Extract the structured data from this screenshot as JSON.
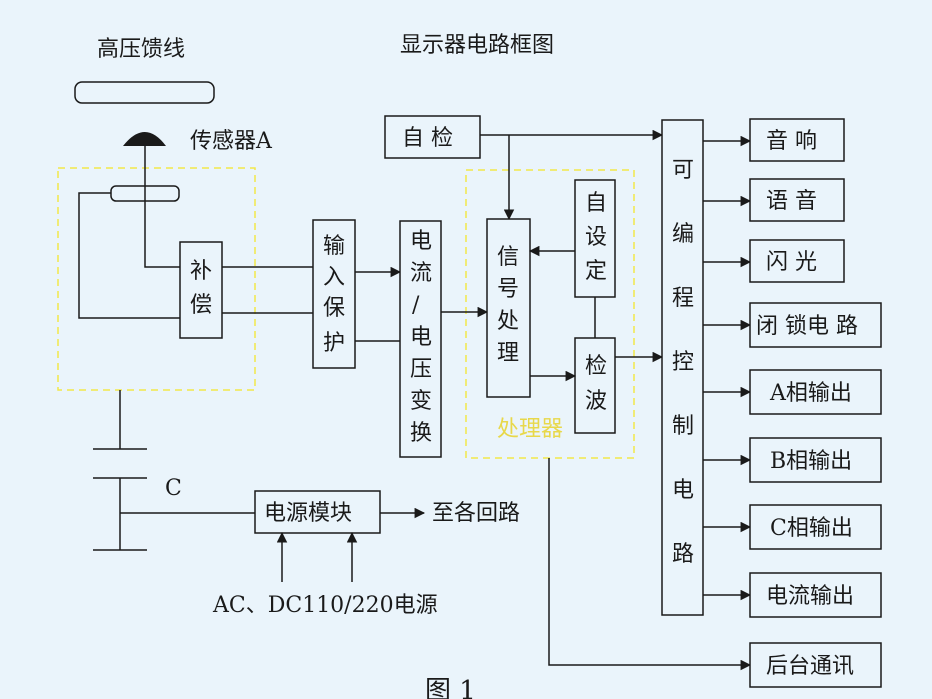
{
  "title": "显示器电路框图",
  "labels": {
    "hv_line": "高压馈线",
    "sensor": "传感器A",
    "capacitor": "C",
    "processor": "处理器",
    "power_source": "AC、DC110/220电源",
    "to_circuits": "至各回路",
    "figure": "图 1"
  },
  "blocks": {
    "compensation": [
      "补",
      "偿"
    ],
    "input_protect": [
      "输",
      "入",
      "保",
      "护"
    ],
    "iv_convert": [
      "电",
      "流",
      "/",
      "电",
      "压",
      "变",
      "换"
    ],
    "signal_proc": [
      "信",
      "号",
      "处",
      "理"
    ],
    "self_set": [
      "自",
      "设",
      "定"
    ],
    "detect": [
      "检",
      "波"
    ],
    "self_check": "自 检",
    "plc": [
      "可",
      "编",
      "程",
      "控",
      "制",
      "电",
      "路"
    ],
    "power_module": "电源模块"
  },
  "outputs": [
    "音 响",
    "语 音",
    "闪 光",
    "闭 锁电 路",
    "A相输出",
    "B相输出",
    "C相输出",
    "电流输出"
  ],
  "backend": "后台通讯"
}
